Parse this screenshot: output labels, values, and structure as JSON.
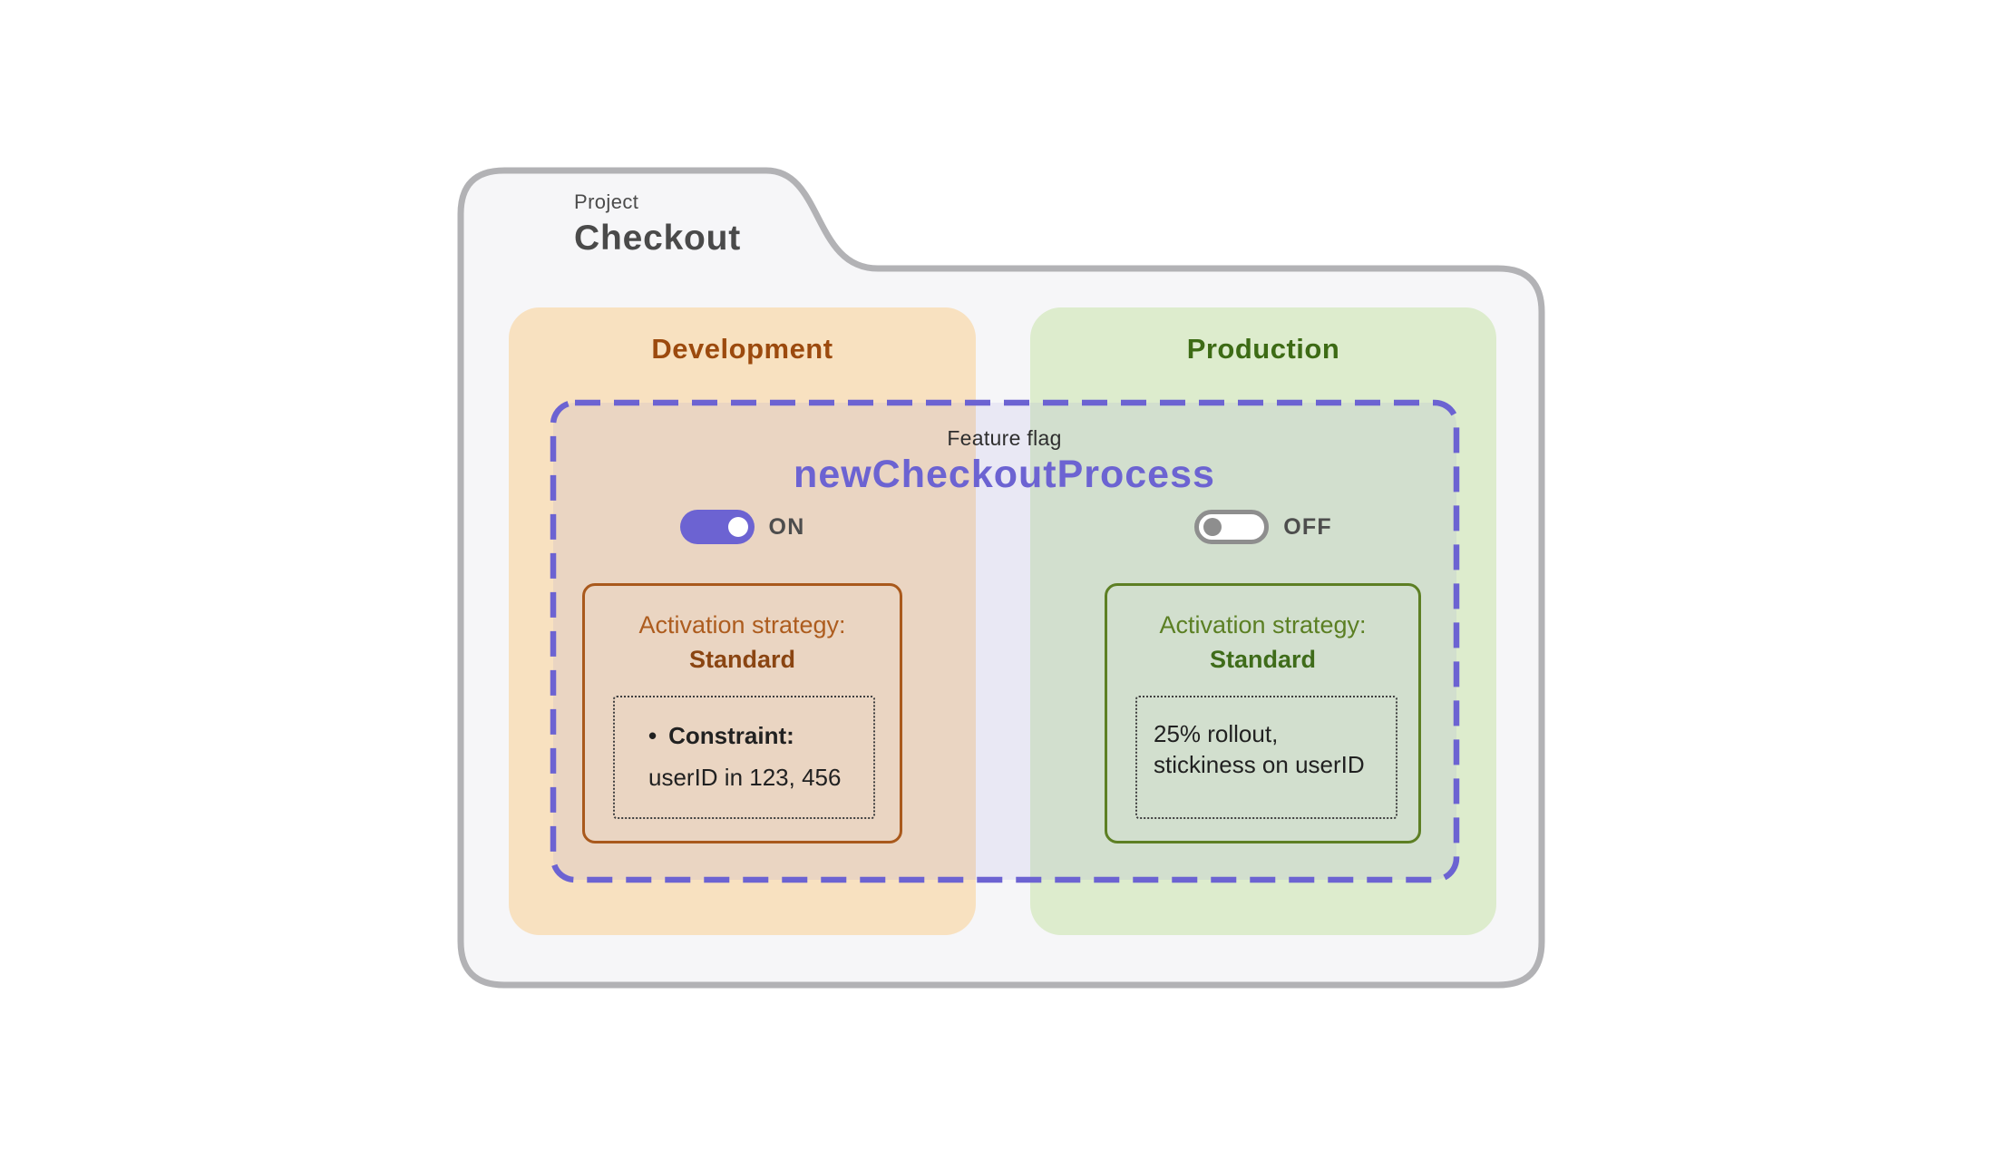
{
  "project": {
    "label": "Project",
    "name": "Checkout"
  },
  "flag": {
    "label": "Feature flag",
    "name": "newCheckoutProcess"
  },
  "environments": [
    {
      "name": "Development",
      "toggle_state": "ON",
      "strategy": {
        "label": "Activation strategy:",
        "name": "Standard"
      },
      "constraint": {
        "bullet": "•",
        "title": "Constraint:",
        "value": "userID in 123, 456"
      }
    },
    {
      "name": "Production",
      "toggle_state": "OFF",
      "strategy": {
        "label": "Activation strategy:",
        "name": "Standard"
      },
      "rollout": {
        "line1": "25% rollout,",
        "line2": "stickiness on userID"
      }
    }
  ],
  "colors": {
    "accent_purple": "#6c63d2",
    "dev_heading": "#9c4a0e",
    "prod_heading": "#3d6b15",
    "dev_panel_bg": "#f8e1c0",
    "prod_panel_bg": "#ddeccd",
    "folder_stroke": "#b2b2b5",
    "folder_bg": "#f6f6f8",
    "toggle_off_gray": "#8e8e8e"
  }
}
